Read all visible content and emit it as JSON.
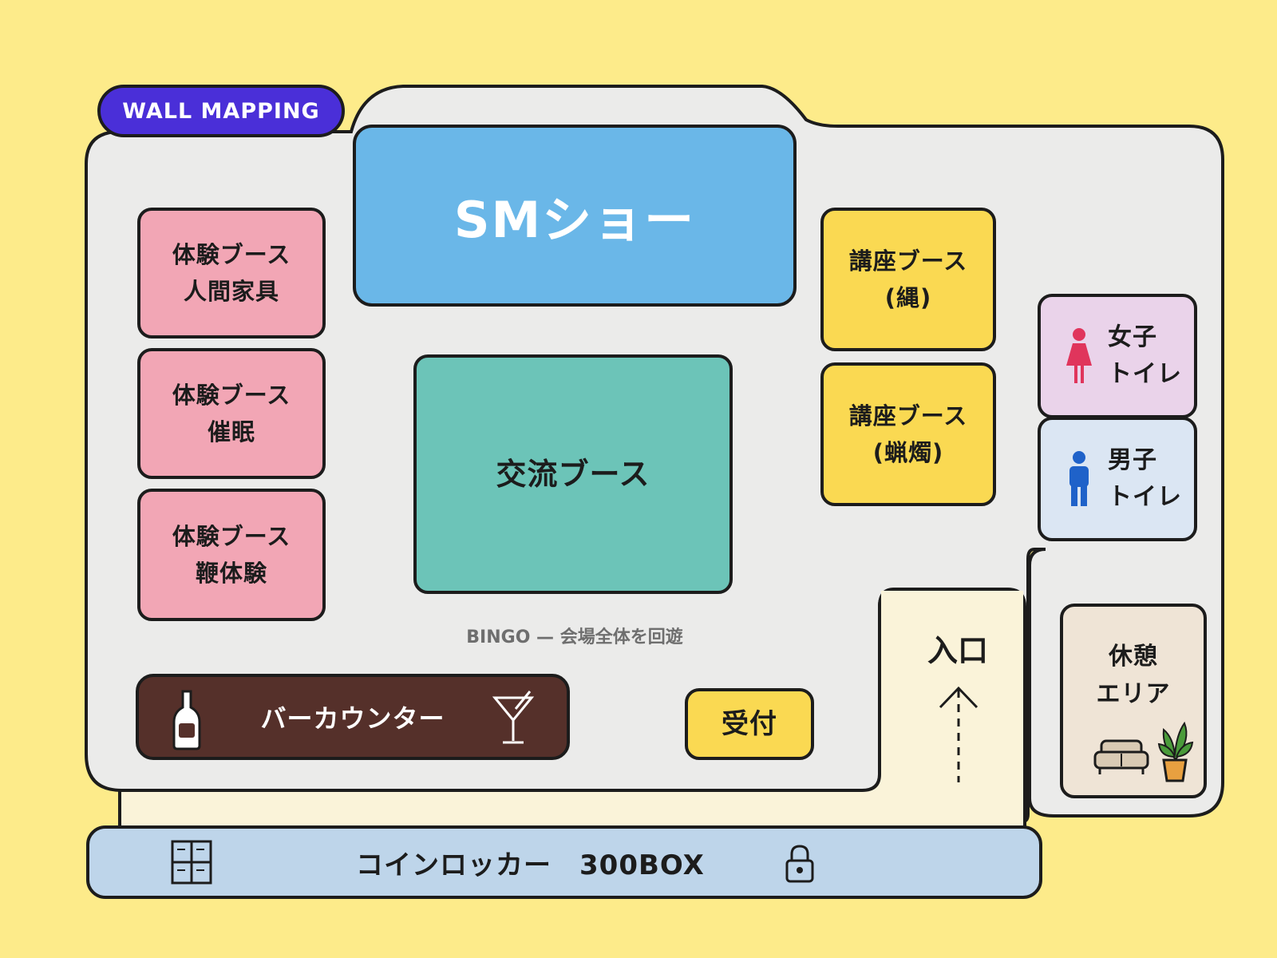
{
  "title_badge": "WALL MAPPING",
  "booths": {
    "experience_1": [
      "体験ブース",
      "人間家具"
    ],
    "experience_2": [
      "体験ブース",
      "催眠"
    ],
    "experience_3": [
      "体験ブース",
      "鞭体験"
    ],
    "lecture_1": [
      "講座ブース",
      "(縄)"
    ],
    "lecture_2": [
      "講座ブース",
      "(蝋燭)"
    ]
  },
  "sm_show": "SMショー",
  "exchange_booth": "交流ブース",
  "bingo_note": "BINGO — 会場全体を回遊",
  "bar_counter": "バーカウンター",
  "reception": "受付",
  "entrance": "入口",
  "women_toilet": [
    "女子",
    "トイレ"
  ],
  "men_toilet": [
    "男子",
    "トイレ"
  ],
  "rest_area": [
    "休憩",
    "エリア"
  ],
  "coin_locker": "コインロッカー　300BOX",
  "colors": {
    "background": "#fdeb8a",
    "floor": "#ebebea",
    "title_badge": "#4a2fd8",
    "experience": "#f2a6b5",
    "lecture": "#fad952",
    "sm_show": "#6ab7e8",
    "exchange": "#6cc4b8",
    "bar": "#55302a",
    "women_toilet": "#ead3ea",
    "men_toilet": "#dbe6f3",
    "rest_area": "#efe4d6",
    "locker": "#bed5ea",
    "corridor": "#faf3d9"
  },
  "icons": [
    "bottle-icon",
    "cocktail-glass-icon",
    "up-arrow-icon",
    "woman-icon",
    "man-icon",
    "sofa-icon",
    "plant-icon",
    "locker-grid-icon",
    "padlock-icon"
  ]
}
